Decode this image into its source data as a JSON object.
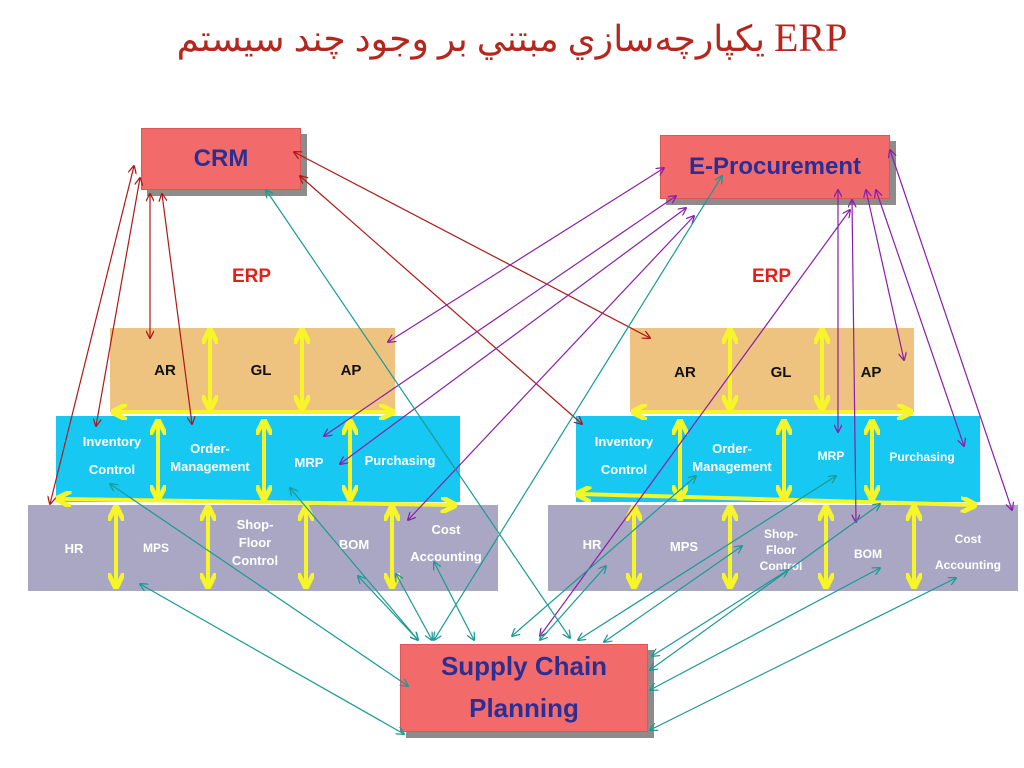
{
  "title": {
    "persian": "يکپارچه‌سازي مبتني بر وجود چند سيستم",
    "latin": "ERP"
  },
  "systems": {
    "crm": "CRM",
    "eprocurement": "E-Procurement",
    "scp_line1": "Supply Chain",
    "scp_line2": "Planning"
  },
  "erp_left": {
    "label": "ERP",
    "financials": [
      "AR",
      "GL",
      "AP"
    ],
    "ops": {
      "inventory": [
        "Inventory",
        "Control"
      ],
      "order": [
        "Order-",
        "Management"
      ],
      "mrp": "MRP",
      "purchasing": "Purchasing"
    },
    "mfg": {
      "hr": "HR",
      "mps": "MPS",
      "shop": [
        "Shop-",
        "Floor",
        "Control"
      ],
      "bom": "BOM",
      "cost": [
        "Cost",
        "Accounting"
      ]
    }
  },
  "erp_right": {
    "label": "ERP",
    "financials": [
      "AR",
      "GL",
      "AP"
    ],
    "ops": {
      "inventory": [
        "Inventory",
        "Control"
      ],
      "order": [
        "Order-",
        "Management"
      ],
      "mrp": "MRP",
      "purchasing": "Purchasing"
    },
    "mfg": {
      "hr": "HR",
      "mps": "MPS",
      "shop": [
        "Shop-",
        "Floor",
        "Control"
      ],
      "bom": "BOM",
      "cost": [
        "Cost",
        "Accounting"
      ]
    }
  },
  "colors": {
    "crm_links": "#b01818",
    "eproc_links": "#8a1fa8",
    "scp_links": "#1a9a94",
    "internal_links": "#f5f52a"
  }
}
